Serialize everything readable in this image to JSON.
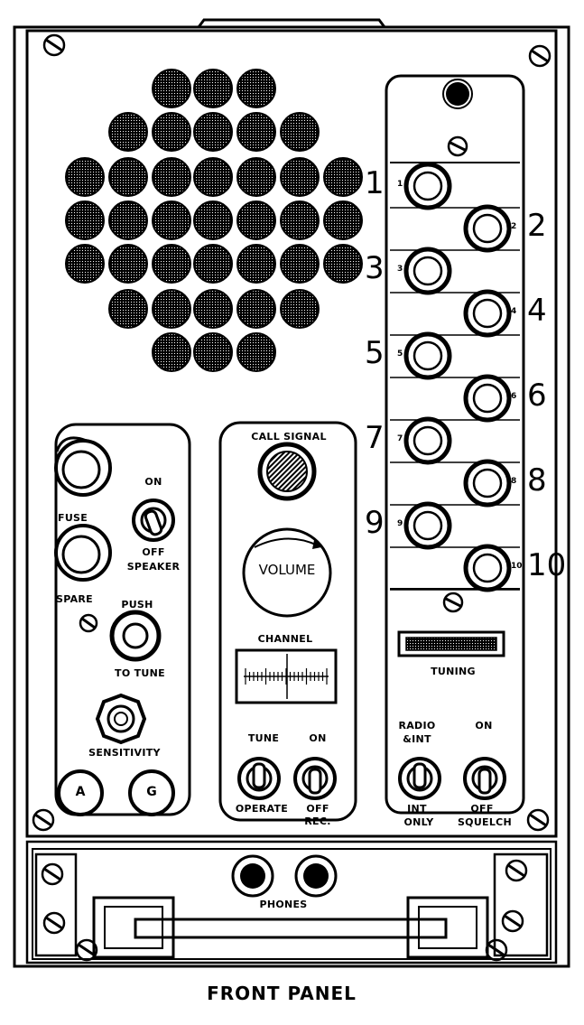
{
  "caption": "FRONT PANEL",
  "left_panel": {
    "fuse_label": "FUSE",
    "spare_label": "SPARE",
    "speaker_on": "ON",
    "speaker_off": "OFF",
    "speaker_label": "SPEAKER",
    "push_label": "PUSH",
    "to_tune_label": "TO TUNE",
    "sensitivity_label": "SENSITIVITY",
    "knob_a_label": "A",
    "knob_g_label": "G"
  },
  "center_panel": {
    "call_signal_label": "CALL SIGNAL",
    "volume_label": "VOLUME",
    "channel_label": "CHANNEL",
    "tune_label": "TUNE",
    "operate_label": "OPERATE",
    "on_label": "ON",
    "off_label": "OFF",
    "rec_label": "REC."
  },
  "right_panel": {
    "channel_buttons": [
      {
        "num": "1"
      },
      {
        "num": "2"
      },
      {
        "num": "3"
      },
      {
        "num": "4"
      },
      {
        "num": "5"
      },
      {
        "num": "6"
      },
      {
        "num": "7"
      },
      {
        "num": "8"
      },
      {
        "num": "9"
      },
      {
        "num": "10"
      }
    ],
    "tuning_label": "TUNING",
    "radio_int_label_1": "RADIO",
    "radio_int_label_2": "&INT",
    "int_only_label_1": "INT",
    "int_only_label_2": "ONLY",
    "squelch_on": "ON",
    "squelch_off": "OFF",
    "squelch_label": "SQUELCH"
  },
  "bottom": {
    "phones_label": "PHONES"
  }
}
